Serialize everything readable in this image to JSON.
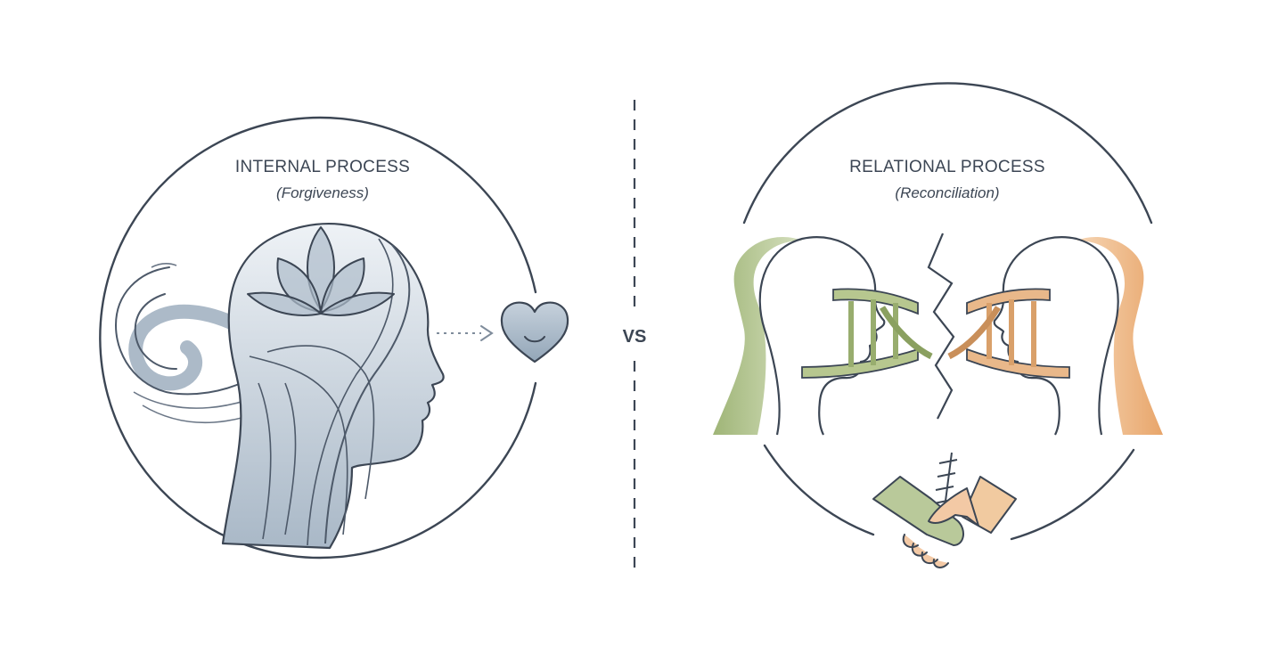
{
  "left_panel": {
    "title": "INTERNAL PROCESS",
    "subtitle": "(Forgiveness)",
    "icons": [
      "head-profile-icon",
      "lotus-icon",
      "wave-swirl-icon",
      "heart-icon"
    ]
  },
  "right_panel": {
    "title": "RELATIONAL PROCESS",
    "subtitle": "(Reconciliation)",
    "icons": [
      "two-heads-icon",
      "dna-bridge-icon",
      "lightning-crack-icon",
      "handshake-icon"
    ]
  },
  "divider": {
    "label": "VS"
  },
  "colors": {
    "ink": "#3c4654",
    "blue_gray": "#b9c6d3",
    "blue_gray_light": "#dfe5ec",
    "green": "#98ad6e",
    "green_light": "#c6d4a7",
    "orange": "#e3a266",
    "orange_light": "#f1caa0",
    "skin": "#f3c9a5"
  }
}
